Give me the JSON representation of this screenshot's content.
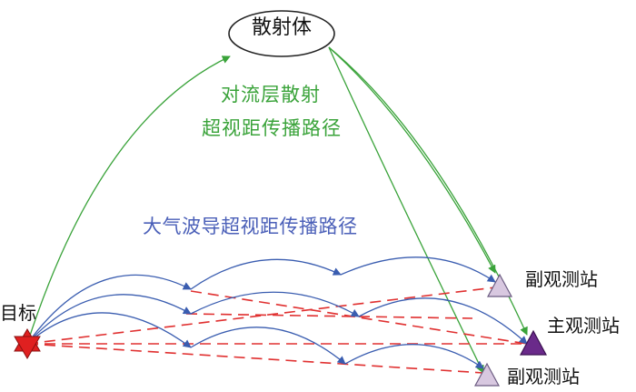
{
  "scatterer": {
    "label": "散射体"
  },
  "tropo_path": {
    "line1": "对流层散射",
    "line2": "超视距传播路径",
    "color": "#3aa33a"
  },
  "duct_path": {
    "label": "大气波导超视距传播路径",
    "color": "#4a5fb8"
  },
  "target": {
    "label": "目标",
    "color": "#e02020"
  },
  "stations": {
    "secondary_top": {
      "label": "副观测站",
      "color": "#d8c8e0"
    },
    "main": {
      "label": "主观测站",
      "color": "#6a2a8a"
    },
    "secondary_bottom": {
      "label": "副观测站",
      "color": "#d8c8e0"
    }
  },
  "los_color": "#e03030"
}
